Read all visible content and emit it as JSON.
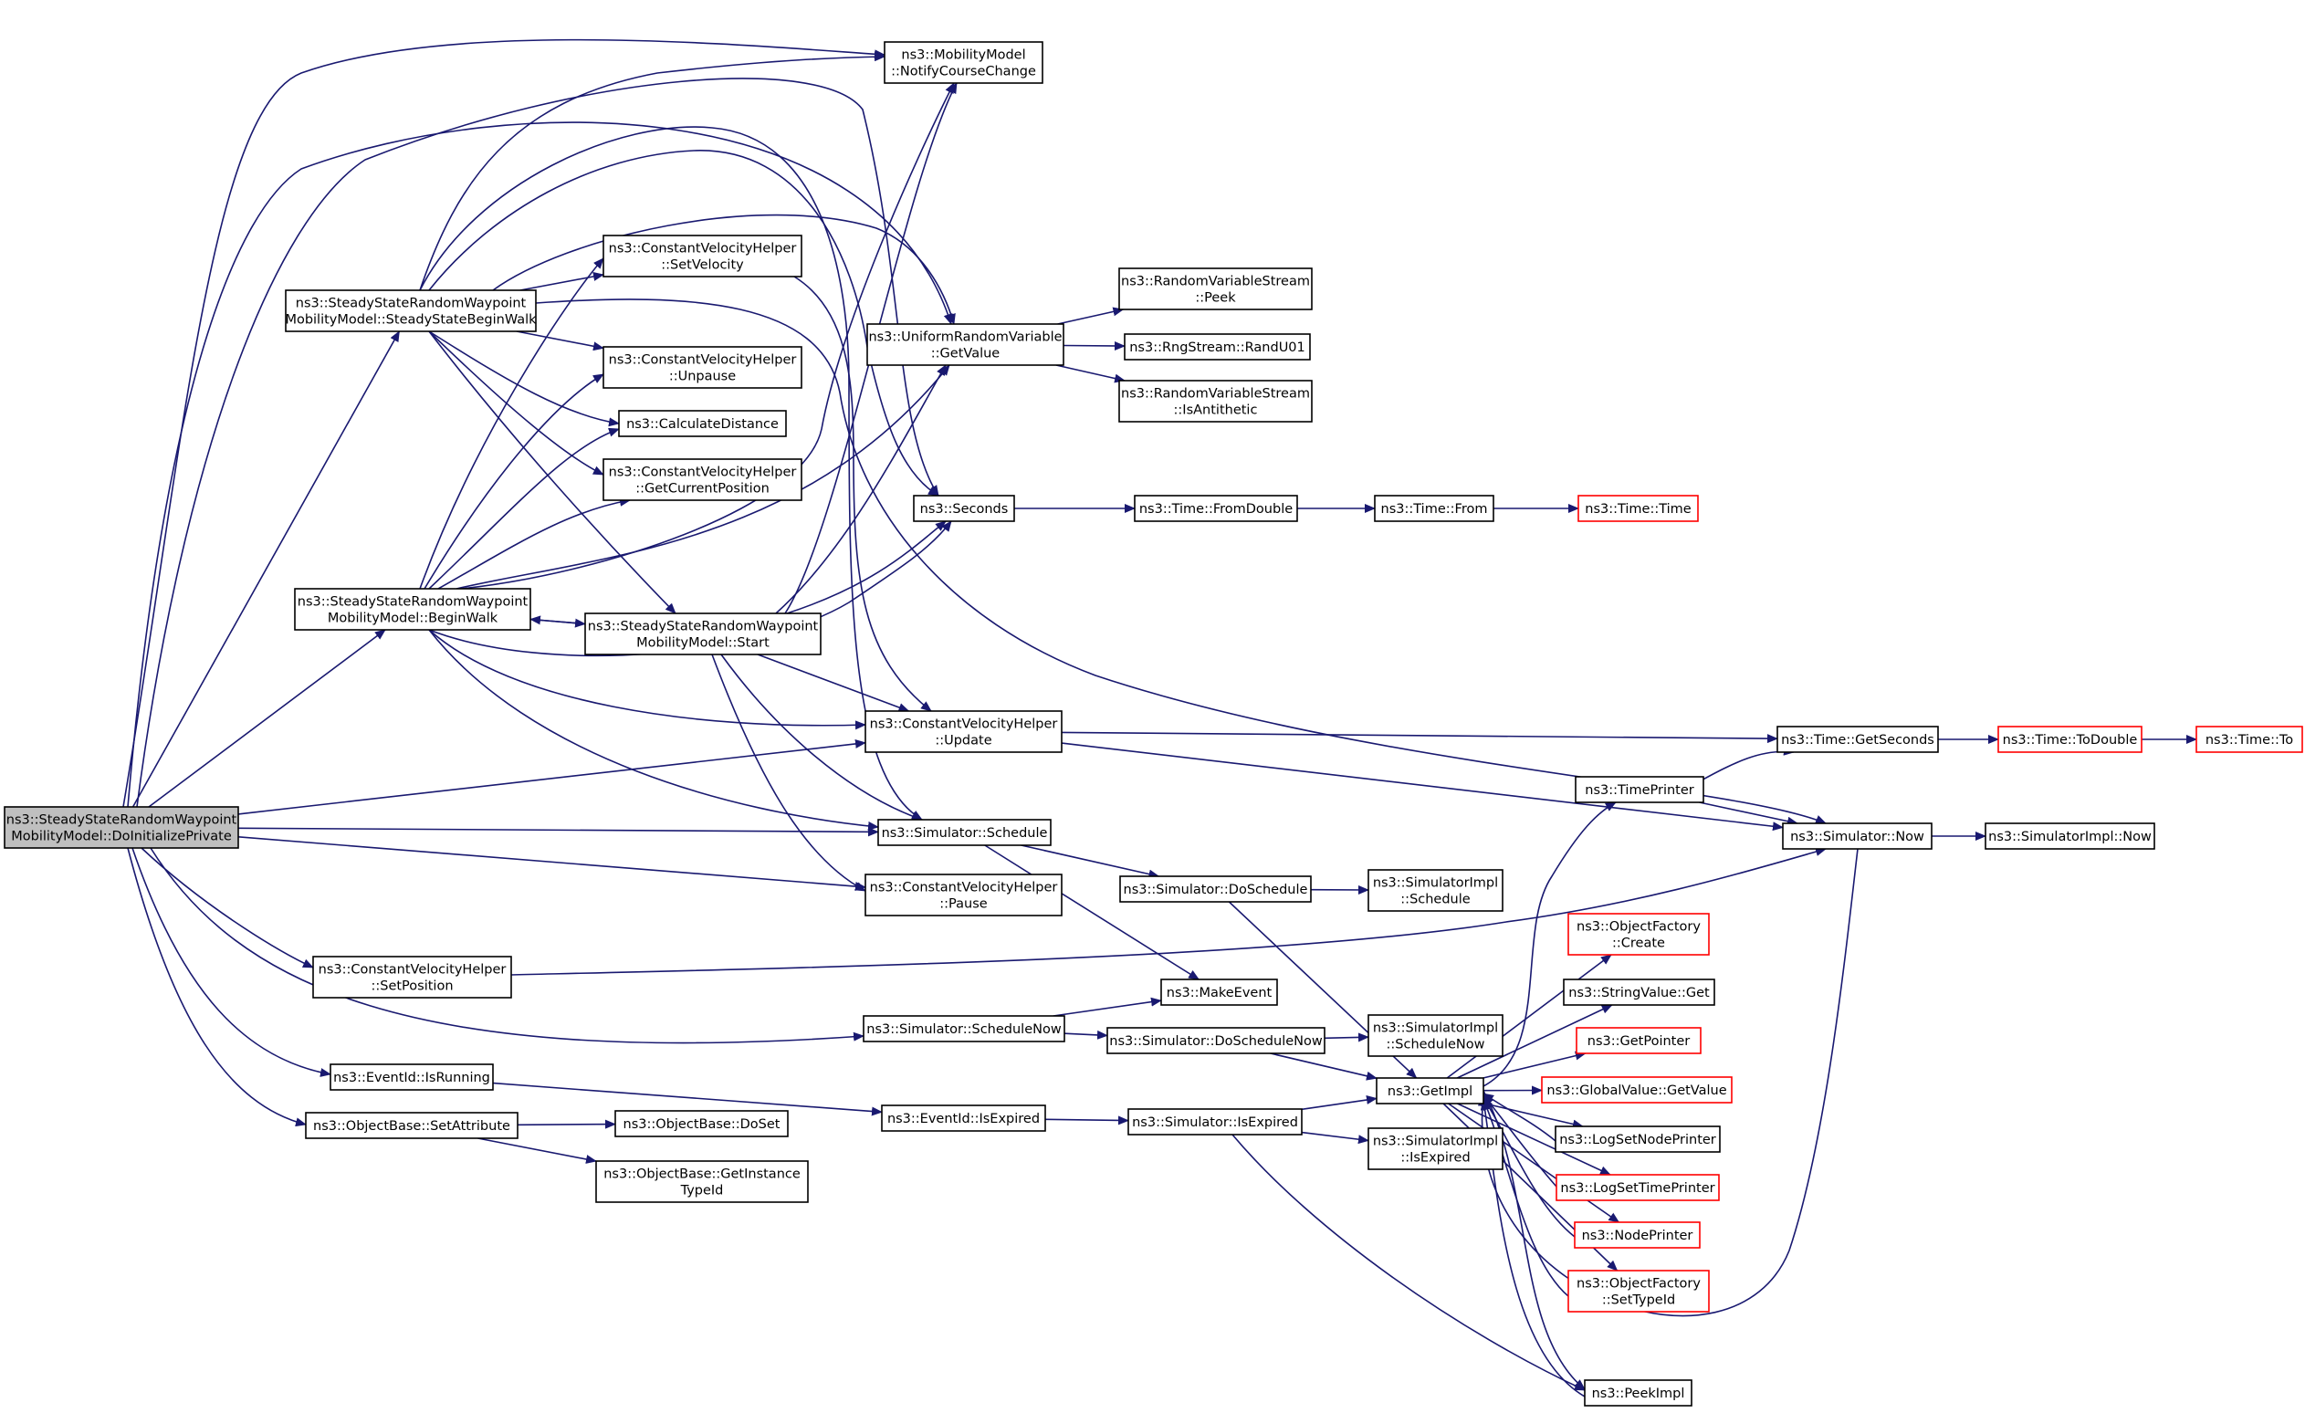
{
  "colors": {
    "edge": "#191970",
    "node_border": "#000000",
    "node_fill": "#ffffff",
    "root_fill": "#bfbfbf",
    "truncated_border": "#ff0000"
  },
  "nodes": [
    {
      "id": "root",
      "lines": [
        "ns3::SteadyStateRandomWaypoint",
        "MobilityModel::DoInitializePrivate"
      ],
      "kind": "root"
    },
    {
      "id": "notify",
      "lines": [
        "ns3::MobilityModel",
        "::NotifyCourseChange"
      ],
      "kind": "normal"
    },
    {
      "id": "ssbw",
      "lines": [
        "ns3::SteadyStateRandomWaypoint",
        "MobilityModel::SteadyStateBeginWalk"
      ],
      "kind": "normal"
    },
    {
      "id": "setvel",
      "lines": [
        "ns3::ConstantVelocityHelper",
        "::SetVelocity"
      ],
      "kind": "normal"
    },
    {
      "id": "unpause",
      "lines": [
        "ns3::ConstantVelocityHelper",
        "::Unpause"
      ],
      "kind": "normal"
    },
    {
      "id": "calcdist",
      "lines": [
        "ns3::CalculateDistance"
      ],
      "kind": "normal"
    },
    {
      "id": "getcurpos",
      "lines": [
        "ns3::ConstantVelocityHelper",
        "::GetCurrentPosition"
      ],
      "kind": "normal"
    },
    {
      "id": "urv",
      "lines": [
        "ns3::UniformRandomVariable",
        "::GetValue"
      ],
      "kind": "normal"
    },
    {
      "id": "peek",
      "lines": [
        "ns3::RandomVariableStream",
        "::Peek"
      ],
      "kind": "normal"
    },
    {
      "id": "randu01",
      "lines": [
        "ns3::RngStream::RandU01"
      ],
      "kind": "normal"
    },
    {
      "id": "isanti",
      "lines": [
        "ns3::RandomVariableStream",
        "::IsAntithetic"
      ],
      "kind": "normal"
    },
    {
      "id": "seconds",
      "lines": [
        "ns3::Seconds"
      ],
      "kind": "normal"
    },
    {
      "id": "fromdouble",
      "lines": [
        "ns3::Time::FromDouble"
      ],
      "kind": "normal"
    },
    {
      "id": "timefrom",
      "lines": [
        "ns3::Time::From"
      ],
      "kind": "normal"
    },
    {
      "id": "timetime",
      "lines": [
        "ns3::Time::Time"
      ],
      "kind": "truncated"
    },
    {
      "id": "beginwalk",
      "lines": [
        "ns3::SteadyStateRandomWaypoint",
        "MobilityModel::BeginWalk"
      ],
      "kind": "normal"
    },
    {
      "id": "start",
      "lines": [
        "ns3::SteadyStateRandomWaypoint",
        "MobilityModel::Start"
      ],
      "kind": "normal"
    },
    {
      "id": "update",
      "lines": [
        "ns3::ConstantVelocityHelper",
        "::Update"
      ],
      "kind": "normal"
    },
    {
      "id": "getseconds",
      "lines": [
        "ns3::Time::GetSeconds"
      ],
      "kind": "normal"
    },
    {
      "id": "todouble",
      "lines": [
        "ns3::Time::ToDouble"
      ],
      "kind": "truncated"
    },
    {
      "id": "timeto",
      "lines": [
        "ns3::Time::To"
      ],
      "kind": "truncated"
    },
    {
      "id": "timeprinter",
      "lines": [
        "ns3::TimePrinter"
      ],
      "kind": "normal"
    },
    {
      "id": "simnow",
      "lines": [
        "ns3::Simulator::Now"
      ],
      "kind": "normal"
    },
    {
      "id": "simimplnow",
      "lines": [
        "ns3::SimulatorImpl::Now"
      ],
      "kind": "normal"
    },
    {
      "id": "schedule",
      "lines": [
        "ns3::Simulator::Schedule"
      ],
      "kind": "normal"
    },
    {
      "id": "doschedule",
      "lines": [
        "ns3::Simulator::DoSchedule"
      ],
      "kind": "normal"
    },
    {
      "id": "implschedule",
      "lines": [
        "ns3::SimulatorImpl",
        "::Schedule"
      ],
      "kind": "normal"
    },
    {
      "id": "pause",
      "lines": [
        "ns3::ConstantVelocityHelper",
        "::Pause"
      ],
      "kind": "normal"
    },
    {
      "id": "objcreate",
      "lines": [
        "ns3::ObjectFactory",
        "::Create"
      ],
      "kind": "truncated"
    },
    {
      "id": "setpos",
      "lines": [
        "ns3::ConstantVelocityHelper",
        "::SetPosition"
      ],
      "kind": "normal"
    },
    {
      "id": "makeevent",
      "lines": [
        "ns3::MakeEvent"
      ],
      "kind": "normal"
    },
    {
      "id": "strget",
      "lines": [
        "ns3::StringValue::Get"
      ],
      "kind": "normal"
    },
    {
      "id": "schednow",
      "lines": [
        "ns3::Simulator::ScheduleNow"
      ],
      "kind": "normal"
    },
    {
      "id": "doschednow",
      "lines": [
        "ns3::Simulator::DoScheduleNow"
      ],
      "kind": "normal"
    },
    {
      "id": "implschednow",
      "lines": [
        "ns3::SimulatorImpl",
        "::ScheduleNow"
      ],
      "kind": "normal"
    },
    {
      "id": "getpointer",
      "lines": [
        "ns3::GetPointer"
      ],
      "kind": "truncated"
    },
    {
      "id": "isrunning",
      "lines": [
        "ns3::EventId::IsRunning"
      ],
      "kind": "normal"
    },
    {
      "id": "getimpl",
      "lines": [
        "ns3::GetImpl"
      ],
      "kind": "normal"
    },
    {
      "id": "gvget",
      "lines": [
        "ns3::GlobalValue::GetValue"
      ],
      "kind": "truncated"
    },
    {
      "id": "isexpired",
      "lines": [
        "ns3::EventId::IsExpired"
      ],
      "kind": "normal"
    },
    {
      "id": "simisexpired",
      "lines": [
        "ns3::Simulator::IsExpired"
      ],
      "kind": "normal"
    },
    {
      "id": "setattr",
      "lines": [
        "ns3::ObjectBase::SetAttribute"
      ],
      "kind": "normal"
    },
    {
      "id": "doset",
      "lines": [
        "ns3::ObjectBase::DoSet"
      ],
      "kind": "normal"
    },
    {
      "id": "logsetnode",
      "lines": [
        "ns3::LogSetNodePrinter"
      ],
      "kind": "normal"
    },
    {
      "id": "implisexpired",
      "lines": [
        "ns3::SimulatorImpl",
        "::IsExpired"
      ],
      "kind": "normal"
    },
    {
      "id": "getinsttype",
      "lines": [
        "ns3::ObjectBase::GetInstance",
        "TypeId"
      ],
      "kind": "normal"
    },
    {
      "id": "logsettime",
      "lines": [
        "ns3::LogSetTimePrinter"
      ],
      "kind": "truncated"
    },
    {
      "id": "nodeprinter",
      "lines": [
        "ns3::NodePrinter"
      ],
      "kind": "truncated"
    },
    {
      "id": "settypeid",
      "lines": [
        "ns3::ObjectFactory",
        "::SetTypeId"
      ],
      "kind": "truncated"
    },
    {
      "id": "peekimpl",
      "lines": [
        "ns3::PeekImpl"
      ],
      "kind": "normal"
    }
  ],
  "edges": [
    [
      "root",
      "notify"
    ],
    [
      "root",
      "ssbw"
    ],
    [
      "root",
      "urv"
    ],
    [
      "root",
      "seconds"
    ],
    [
      "root",
      "beginwalk"
    ],
    [
      "root",
      "update"
    ],
    [
      "root",
      "schedule"
    ],
    [
      "root",
      "pause"
    ],
    [
      "root",
      "setpos"
    ],
    [
      "root",
      "schednow"
    ],
    [
      "root",
      "isrunning"
    ],
    [
      "root",
      "setattr"
    ],
    [
      "ssbw",
      "notify"
    ],
    [
      "ssbw",
      "setvel"
    ],
    [
      "ssbw",
      "unpause"
    ],
    [
      "ssbw",
      "calcdist"
    ],
    [
      "ssbw",
      "getcurpos"
    ],
    [
      "ssbw",
      "urv"
    ],
    [
      "ssbw",
      "seconds"
    ],
    [
      "ssbw",
      "start"
    ],
    [
      "ssbw",
      "schedule"
    ],
    [
      "ssbw",
      "simnow"
    ],
    [
      "beginwalk",
      "setvel"
    ],
    [
      "beginwalk",
      "unpause"
    ],
    [
      "beginwalk",
      "calcdist"
    ],
    [
      "beginwalk",
      "getcurpos"
    ],
    [
      "beginwalk",
      "urv"
    ],
    [
      "beginwalk",
      "seconds"
    ],
    [
      "beginwalk",
      "start"
    ],
    [
      "beginwalk",
      "update"
    ],
    [
      "beginwalk",
      "schedule"
    ],
    [
      "beginwalk",
      "notify"
    ],
    [
      "start",
      "beginwalk"
    ],
    [
      "start",
      "notify"
    ],
    [
      "start",
      "urv"
    ],
    [
      "start",
      "update"
    ],
    [
      "start",
      "schedule"
    ],
    [
      "start",
      "pause"
    ],
    [
      "start",
      "seconds"
    ],
    [
      "setvel",
      "update"
    ],
    [
      "urv",
      "peek"
    ],
    [
      "urv",
      "randu01"
    ],
    [
      "urv",
      "isanti"
    ],
    [
      "seconds",
      "fromdouble"
    ],
    [
      "fromdouble",
      "timefrom"
    ],
    [
      "timefrom",
      "timetime"
    ],
    [
      "update",
      "getseconds"
    ],
    [
      "update",
      "simnow"
    ],
    [
      "getseconds",
      "todouble"
    ],
    [
      "todouble",
      "timeto"
    ],
    [
      "timeprinter",
      "getseconds"
    ],
    [
      "timeprinter",
      "simnow"
    ],
    [
      "simnow",
      "simimplnow"
    ],
    [
      "simnow",
      "getimpl"
    ],
    [
      "schedule",
      "doschedule"
    ],
    [
      "schedule",
      "makeevent"
    ],
    [
      "doschedule",
      "implschedule"
    ],
    [
      "doschedule",
      "getimpl"
    ],
    [
      "setpos",
      "simnow"
    ],
    [
      "schednow",
      "makeevent"
    ],
    [
      "schednow",
      "doschednow"
    ],
    [
      "doschednow",
      "implschednow"
    ],
    [
      "doschednow",
      "getimpl"
    ],
    [
      "isrunning",
      "isexpired"
    ],
    [
      "isexpired",
      "simisexpired"
    ],
    [
      "simisexpired",
      "getimpl"
    ],
    [
      "simisexpired",
      "implisexpired"
    ],
    [
      "simisexpired",
      "peekimpl"
    ],
    [
      "setattr",
      "doset"
    ],
    [
      "setattr",
      "getinsttype"
    ],
    [
      "getimpl",
      "timeprinter"
    ],
    [
      "getimpl",
      "objcreate"
    ],
    [
      "getimpl",
      "strget"
    ],
    [
      "getimpl",
      "getpointer"
    ],
    [
      "getimpl",
      "gvget"
    ],
    [
      "getimpl",
      "logsetnode"
    ],
    [
      "getimpl",
      "logsettime"
    ],
    [
      "getimpl",
      "nodeprinter"
    ],
    [
      "getimpl",
      "settypeid"
    ],
    [
      "getimpl",
      "peekimpl"
    ],
    [
      "logsetnode",
      "getimpl"
    ],
    [
      "logsettime",
      "getimpl"
    ],
    [
      "nodeprinter",
      "getimpl"
    ],
    [
      "settypeid",
      "getimpl"
    ],
    [
      "peekimpl",
      "getimpl"
    ]
  ]
}
